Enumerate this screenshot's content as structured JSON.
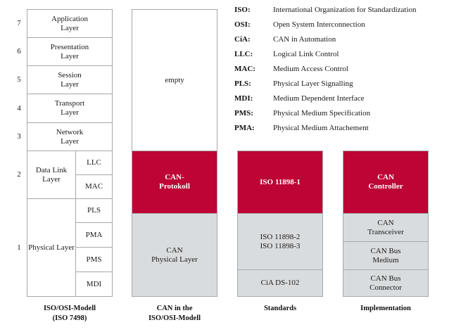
{
  "diagram": {
    "columns": [
      {
        "id": "iso-osi-model",
        "caption": "ISO/OSI-Modell\n(ISO 7498)",
        "layer_numbers": [
          "7",
          "6",
          "5",
          "4",
          "3",
          "2",
          "1"
        ],
        "layers": [
          {
            "number": "7",
            "name": "Application\nLayer",
            "sublayers": []
          },
          {
            "number": "6",
            "name": "Presentation\nLayer",
            "sublayers": []
          },
          {
            "number": "5",
            "name": "Session\nLayer",
            "sublayers": []
          },
          {
            "number": "4",
            "name": "Transport\nLayer",
            "sublayers": []
          },
          {
            "number": "3",
            "name": "Network\nLayer",
            "sublayers": []
          },
          {
            "number": "2",
            "name": "Data Link\nLayer",
            "sublayers": [
              "LLC",
              "MAC"
            ]
          },
          {
            "number": "1",
            "name": "Physical Layer",
            "sublayers": [
              "PLS",
              "PMA",
              "PMS",
              "MDI"
            ]
          }
        ]
      },
      {
        "id": "can-in-iso-osi-model",
        "caption": "CAN in the\nISO/OSI-Modell",
        "blocks": [
          {
            "label": "empty",
            "style": "white"
          },
          {
            "label": "CAN-\nProtokoll",
            "style": "red"
          },
          {
            "label": "CAN\nPhysical Layer",
            "style": "gray"
          }
        ]
      },
      {
        "id": "standards",
        "caption": "Standards",
        "blocks": [
          {
            "label": "ISO 11898-1",
            "style": "red"
          },
          {
            "label": "ISO 11898-2\nISO 11898-3",
            "style": "gray"
          },
          {
            "label": "CiA DS-102",
            "style": "gray"
          }
        ]
      },
      {
        "id": "implementation",
        "caption": "Implementation",
        "blocks": [
          {
            "label": "CAN\nController",
            "style": "red"
          },
          {
            "label": "CAN\nTransceiver",
            "style": "gray"
          },
          {
            "label": "CAN Bus\nMedium",
            "style": "gray"
          },
          {
            "label": "CAN Bus\nConnector",
            "style": "gray"
          }
        ]
      }
    ]
  },
  "legend": {
    "entries": [
      {
        "abbr": "ISO:",
        "desc": "International Organization for Standardization"
      },
      {
        "abbr": "OSI:",
        "desc": "Open System Interconnection"
      },
      {
        "abbr": "CiA:",
        "desc": "CAN in Automation"
      },
      {
        "abbr": "LLC:",
        "desc": "Logical Link Control"
      },
      {
        "abbr": "MAC:",
        "desc": "Medium Access Control"
      },
      {
        "abbr": "PLS:",
        "desc": "Physical Layer Signalling"
      },
      {
        "abbr": "MDI:",
        "desc": "Medium Dependent Interface"
      },
      {
        "abbr": "PMS:",
        "desc": "Physical Medium Specification"
      },
      {
        "abbr": "PMA:",
        "desc": "Physical Medium Attachement"
      }
    ]
  },
  "colors": {
    "accent_red": "#bd0435",
    "block_gray": "#d9dcde",
    "border_gray": "#a6a8ab"
  }
}
